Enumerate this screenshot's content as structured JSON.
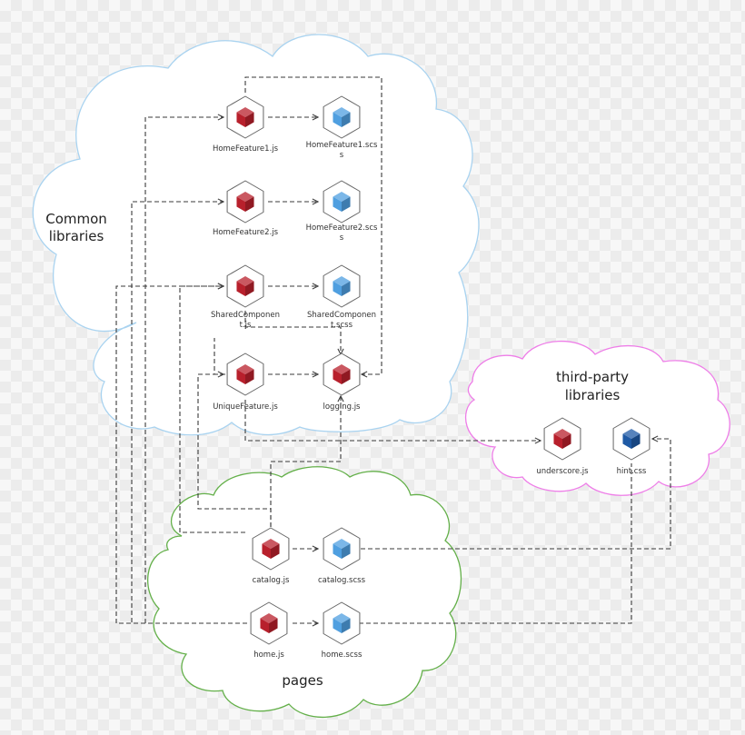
{
  "colors": {
    "common_cloud": "#a9d3f0",
    "thirdparty_cloud": "#ee7ee8",
    "pages_cloud": "#64b04a",
    "js_cube": "#b8202c",
    "scss_cube": "#4f9fe0",
    "css_cube": "#1f5aa5",
    "connector": "#3a3a3a"
  },
  "clusters": {
    "common": {
      "label_line1": "Common",
      "label_line2": "libraries"
    },
    "thirdparty": {
      "label_line1": "third-party",
      "label_line2": "libraries"
    },
    "pages": {
      "label": "pages"
    }
  },
  "nodes": {
    "home_feature1_js": {
      "icon": "js-cube-icon",
      "line1": "HomeFeature1.js",
      "line2": ""
    },
    "home_feature1_scss": {
      "icon": "scss-cube-icon",
      "line1": "HomeFeature1.scs",
      "line2": "s"
    },
    "home_feature2_js": {
      "icon": "js-cube-icon",
      "line1": "HomeFeature2.js",
      "line2": ""
    },
    "home_feature2_scss": {
      "icon": "scss-cube-icon",
      "line1": "HomeFeature2.scs",
      "line2": "s"
    },
    "shared_component_js": {
      "icon": "js-cube-icon",
      "line1": "SharedComponen",
      "line2": "t.js"
    },
    "shared_component_scss": {
      "icon": "scss-cube-icon",
      "line1": "SharedComponen",
      "line2": "t.scss"
    },
    "unique_feature_js": {
      "icon": "js-cube-icon",
      "line1": "UniqueFeature.js",
      "line2": ""
    },
    "logging_js": {
      "icon": "js-cube-icon",
      "line1": "logging.js",
      "line2": ""
    },
    "underscore_js": {
      "icon": "js-cube-icon",
      "line1": "underscore.js",
      "line2": ""
    },
    "hint_css": {
      "icon": "css-cube-icon",
      "line1": "hint.css",
      "line2": ""
    },
    "catalog_js": {
      "icon": "js-cube-icon",
      "line1": "catalog.js",
      "line2": ""
    },
    "catalog_scss": {
      "icon": "scss-cube-icon",
      "line1": "catalog.scss",
      "line2": ""
    },
    "home_js": {
      "icon": "js-cube-icon",
      "line1": "home.js",
      "line2": ""
    },
    "home_scss": {
      "icon": "scss-cube-icon",
      "line1": "home.scss",
      "line2": ""
    }
  }
}
